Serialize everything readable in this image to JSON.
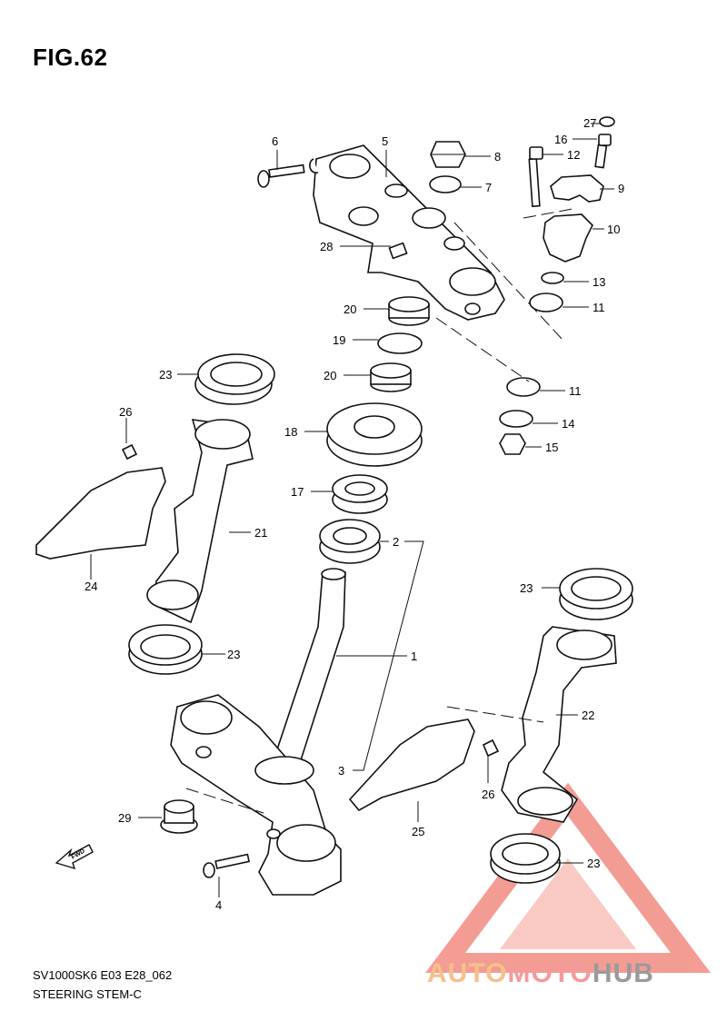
{
  "figure": {
    "title": "FIG.62",
    "code": "SV1000SK6 E03 E28_062",
    "name": "STEERING STEM-C"
  },
  "callouts": {
    "c27": "27",
    "c16": "16",
    "c12": "12",
    "c9": "9",
    "c10": "10",
    "c13": "13",
    "c11a": "11",
    "c11b": "11",
    "c14": "14",
    "c15": "15",
    "c6": "6",
    "c5": "5",
    "c8": "8",
    "c7": "7",
    "c28": "28",
    "c20a": "20",
    "c19": "19",
    "c20b": "20",
    "c18": "18",
    "c17": "17",
    "c2": "2",
    "c1": "1",
    "c3": "3",
    "c23a": "23",
    "c26a": "26",
    "c21": "21",
    "c24": "24",
    "c23b": "23",
    "c23c": "23",
    "c22": "22",
    "c26b": "26",
    "c25": "25",
    "c23d": "23",
    "c29": "29",
    "c4": "4"
  },
  "fwd_label": "FWD",
  "watermark": {
    "part1": "AUTO",
    "part2": "MOTO",
    "part3": "HUB",
    "color_auto": "#f7c08a",
    "color_moto": "#f59a9a",
    "color_hub": "#9a9a9a",
    "triangle_color": "#f28b82"
  }
}
